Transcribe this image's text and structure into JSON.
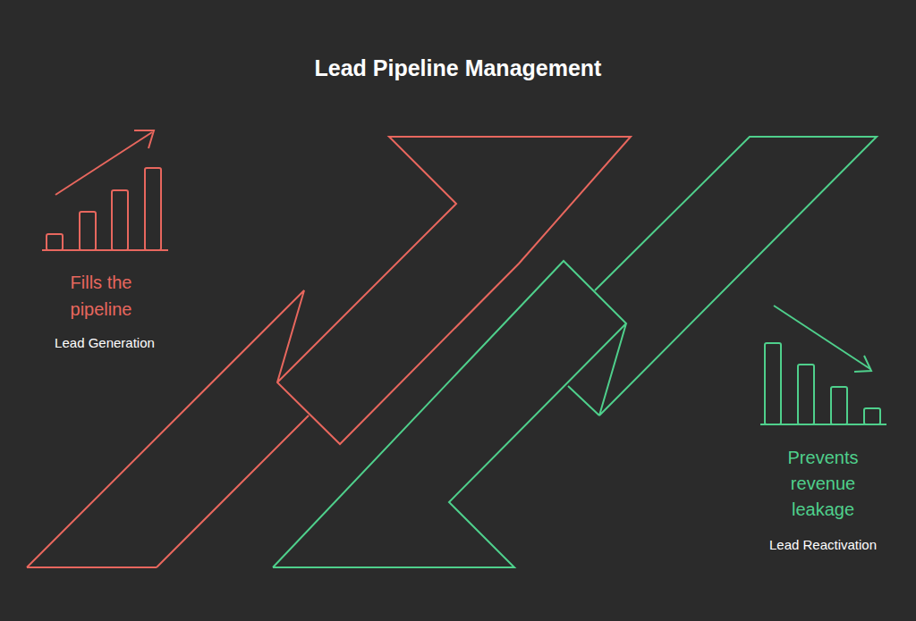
{
  "diagram": {
    "title": "Lead Pipeline Management",
    "labels": [
      "Fills the pipeline",
      "Lead Generation",
      "Prevents revenue leakage",
      "Lead Reactivation"
    ]
  }
}
